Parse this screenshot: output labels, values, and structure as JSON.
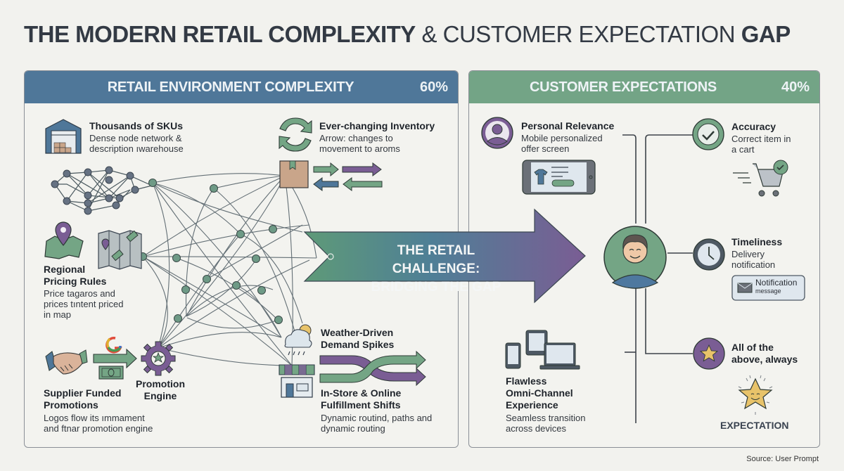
{
  "title": {
    "part1": "THE MODERN RETAIL COMPLEXITY",
    "part2": "& CUSTOMER EXPECTATION",
    "part3": "GAP"
  },
  "left_panel": {
    "label": "RETAIL ENVIRONMENT COMPLEXITY",
    "percent": "60%",
    "color": "#4f7799",
    "items": [
      {
        "id": "skus",
        "title": "Thousands of SKUs",
        "desc_lines": [
          "Dense node network &",
          "description ıwarehouse"
        ],
        "icon": "warehouse-icon"
      },
      {
        "id": "pricing",
        "title_lines": [
          "Regional",
          "Pricing Rules"
        ],
        "desc_lines": [
          "Price tagaros and",
          "prices tıntent priced",
          "in map"
        ],
        "icon": "map-pin-icon"
      },
      {
        "id": "supplier",
        "title_lines": [
          "Supplier Funded",
          "Promotions"
        ],
        "desc_lines": [
          "Logos flow its ımmament",
          "and ftnar promotion engine"
        ],
        "icon": "handshake-icon"
      },
      {
        "id": "engine",
        "title_lines": [
          "Promotion",
          "Engine"
        ],
        "icon": "gear-icon"
      },
      {
        "id": "inventory",
        "title": "Ever-changing Inventory",
        "desc_lines": [
          "Arrow: changes to",
          "movement to aroms"
        ],
        "icon": "refresh-icon"
      },
      {
        "id": "weather",
        "title_lines": [
          "Weather-Driven",
          "Demand Spikes"
        ],
        "icon": "weather-icon"
      },
      {
        "id": "fulfillment",
        "title_lines": [
          "In-Store & Online",
          "Fulfillment Shifts"
        ],
        "desc_lines": [
          "Dynamic routind, paths and",
          "dynamic routing"
        ],
        "icon": "storefront-icon"
      }
    ]
  },
  "banner": {
    "line1": "THE RETAIL CHALLENGE:",
    "line2": "BRIDGING THE GAP"
  },
  "right_panel": {
    "label": "CUSTOMER EXPECTATIONS",
    "percent": "40%",
    "color": "#73a486",
    "items": [
      {
        "id": "relevance",
        "title": "Personal Relevance",
        "desc_lines": [
          "Mobile personalized",
          "offer screen"
        ],
        "icon": "user-icon"
      },
      {
        "id": "omni",
        "title_lines": [
          "Flawless",
          "Omni-Channel",
          "Experience"
        ],
        "desc_lines": [
          "Seamless transition",
          "across devices"
        ],
        "icon": "devices-icon"
      },
      {
        "id": "accuracy",
        "title": "Accuracy",
        "desc_lines": [
          "Correct item in",
          "a cart"
        ],
        "icon": "check-icon"
      },
      {
        "id": "timeliness",
        "title": "Timeliness",
        "desc_lines": [
          "Delivery",
          "notification"
        ],
        "icon": "clock-icon"
      },
      {
        "id": "always",
        "title_lines": [
          "All of the",
          "above, always"
        ],
        "icon": "star-icon"
      }
    ],
    "notification": {
      "title": "Notification",
      "sub": "message"
    },
    "expectation_label": "EXPECTATION"
  },
  "source": "Source: User Prompt"
}
